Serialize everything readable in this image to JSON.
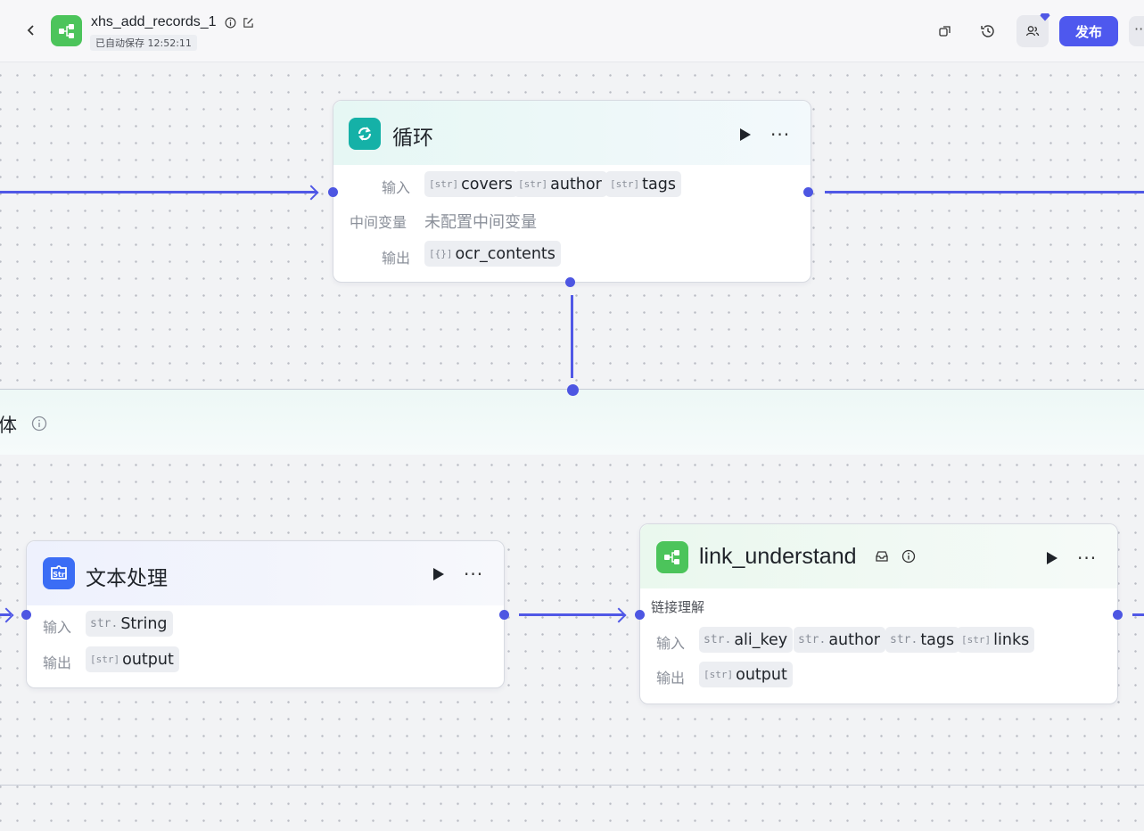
{
  "header": {
    "back_icon": "chevron-left-icon",
    "app_icon": "workflow-icon",
    "title": "xhs_add_records_1",
    "autosave": "已自动保存 12:52:11",
    "publish_label": "发布",
    "more_label": "···"
  },
  "loop_node": {
    "title": "循环",
    "input_label": "输入",
    "inputs": [
      {
        "type": "[str]",
        "name": "covers"
      },
      {
        "type": "[str]",
        "name": "author"
      },
      {
        "type": "[str]",
        "name": "tags"
      }
    ],
    "intermediate_label": "中间变量",
    "intermediate_placeholder": "未配置中间变量",
    "output_label": "输出",
    "outputs": [
      {
        "type": "[{}]",
        "name": "ocr_contents"
      }
    ],
    "more_label": "···"
  },
  "loop_body": {
    "title": "体"
  },
  "text_node": {
    "title": "文本处理",
    "input_label": "输入",
    "input": {
      "type": "str.",
      "name": "String"
    },
    "output_label": "输出",
    "output": {
      "type": "[str]",
      "name": "output"
    },
    "more_label": "···"
  },
  "link_node": {
    "title": "link_understand",
    "description": "链接理解",
    "input_label": "输入",
    "inputs": [
      {
        "type": "str.",
        "name": "ali_key"
      },
      {
        "type": "str.",
        "name": "author"
      },
      {
        "type": "str.",
        "name": "tags"
      },
      {
        "type": "[str]",
        "name": "links"
      }
    ],
    "output_label": "输出",
    "output": {
      "type": "[str]",
      "name": "output"
    },
    "more_label": "···"
  },
  "colors": {
    "accent": "#4e58ee",
    "edge": "#5058e6",
    "loop_icon": "#15b1a7",
    "text_icon": "#3b6df5",
    "plugin_icon": "#4cc45b"
  }
}
